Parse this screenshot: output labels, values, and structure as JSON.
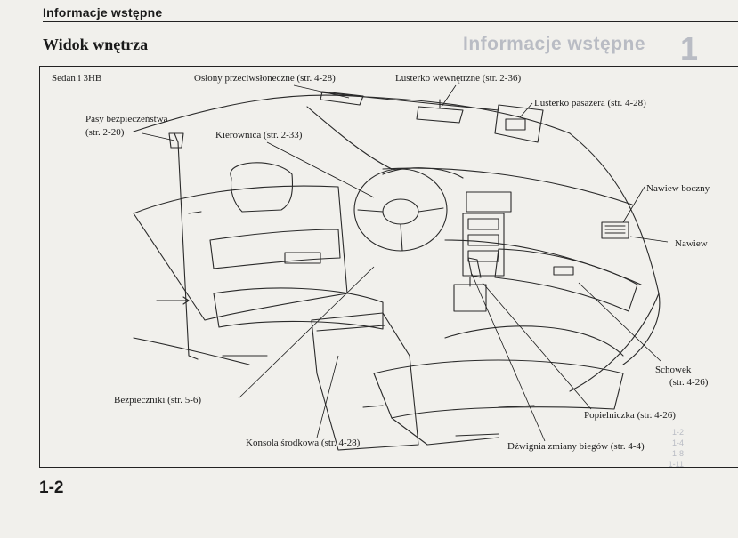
{
  "header": {
    "title": "Informacje wstępne"
  },
  "section": {
    "title": "Widok wnętrza"
  },
  "figure": {
    "variant": "Sedan i 3HB",
    "labels": {
      "sun_visors": "Osłony przeciwsłoneczne (str. 4-28)",
      "inside_mirror": "Lusterko wewnętrzne (str. 2-36)",
      "passenger_mirror": "Lusterko pasażera (str. 4-28)",
      "seat_belts_1": "Pasy bezpieczeństwa",
      "seat_belts_2": "(str. 2-20)",
      "steering_wheel": "Kierownica (str. 2-33)",
      "side_vent": "Nawiew boczny",
      "vent": "Nawiew",
      "glove_box_1": "Schowek",
      "glove_box_2": "(str. 4-26)",
      "ashtray": "Popielniczka (str. 4-26)",
      "fuses": "Bezpieczniki (str. 5-6)",
      "center_console": "Konsola środkowa (str. 4-28)",
      "gear_lever": "Dźwignia zmiany biegów (str. 4-4)"
    }
  },
  "ghost": {
    "title": "Informacje wstępne",
    "number": "1",
    "index_lines": [
      "1-2",
      "1-4",
      "1-8",
      "1-11"
    ]
  },
  "footer": {
    "page_number": "1-2"
  }
}
